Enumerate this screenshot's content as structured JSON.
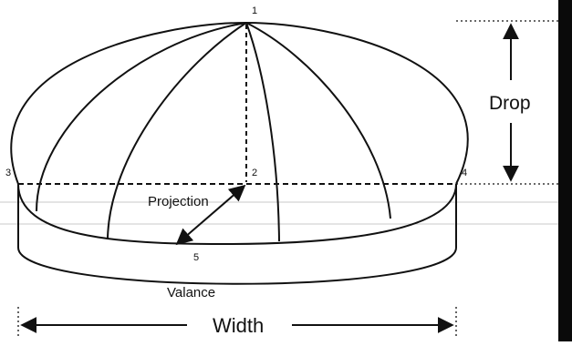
{
  "points": {
    "p1": "1",
    "p2": "2",
    "p3": "3",
    "p4": "4",
    "p5": "5"
  },
  "labels": {
    "drop": "Drop",
    "projection": "Projection",
    "valance": "Valance",
    "width": "Width"
  },
  "colors": {
    "line": "#111111",
    "guide": "#9a9a9a",
    "edge_bar": "#0a0a0a"
  }
}
